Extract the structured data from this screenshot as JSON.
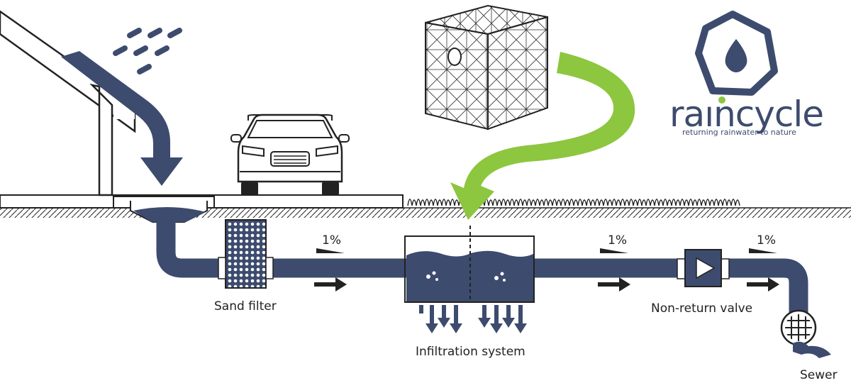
{
  "colors": {
    "water": "#3d4b6e",
    "accent_green": "#8dc63f",
    "outline": "#222222",
    "white": "#ffffff"
  },
  "logo": {
    "name_part1": "ra",
    "name_part2": "ncycle",
    "tagline": "returning rainwater to nature",
    "icon": "hexagon-drop-icon"
  },
  "labels": {
    "sand_filter": "Sand filter",
    "infiltration_system": "Infiltration system",
    "non_return_valve": "Non-return valve",
    "sewer": "Sewer"
  },
  "slopes": [
    "1%",
    "1%",
    "1%"
  ],
  "icons": [
    "roof-icon",
    "rain-icon",
    "car-icon",
    "crate-icon",
    "sand-filter-icon",
    "non-return-valve-icon",
    "sewer-grate-icon",
    "grass-icon"
  ]
}
